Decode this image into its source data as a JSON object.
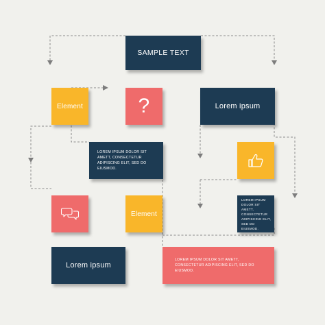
{
  "colors": {
    "navy": "#1d3b53",
    "yellow": "#f9b62a",
    "coral": "#ef6b6b",
    "background": "#f1f1ed",
    "connector": "#8a8a8a"
  },
  "nodes": {
    "sample_title": "SAMPLE TEXT",
    "element_top": "Element",
    "question_mark": "?",
    "lorem_ipsum_right": "Lorem ipsum",
    "lorem_block_center": "LOREM IPSUM DOLOR SIT AMETT, CONSECTETUR ADIPISCING ELIT, SED DO EIUSMOD.",
    "thumbs_up_icon": "thumbs-up-icon",
    "chat_icon": "speech-bubbles-icon",
    "element_bottom": "Element",
    "lorem_block_right": "LOREM IPSUM DOLOR SIT AMETT, CONSECTETUR ADIPISCING ELIT, SED DO EIUSMOD.",
    "lorem_ipsum_left": "Lorem ipsum",
    "lorem_block_wide": "LOREM IPSUM DOLOR SIT AMETT, CONSECTETUR ADIPISCING ELIT, SED DO EIUSMOD."
  }
}
